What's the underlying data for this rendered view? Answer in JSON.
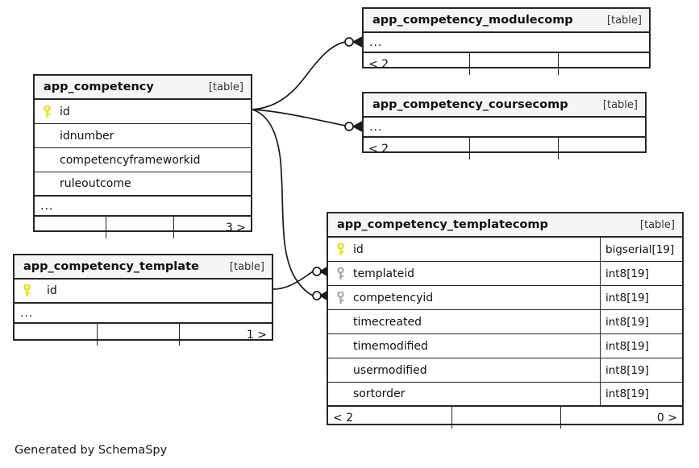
{
  "diagram": {
    "kind": "database-relationship-diagram",
    "credit": "Generated by SchemaSpy",
    "table_tag": "[table]",
    "ellipsis": "...",
    "colors": {
      "border": "#262626",
      "title_bg": "#f5f5f5",
      "page_bg": "#ffffff",
      "primary_key": "#e8e800",
      "foreign_key": "#a6a6a6",
      "text": "#111111"
    }
  },
  "tables": {
    "modulecomp": {
      "name": "app_competency_modulecomp",
      "tag": "[table]",
      "ellipsis_row": "...",
      "footer": [
        "< 2",
        "",
        ""
      ]
    },
    "coursecomp": {
      "name": "app_competency_coursecomp",
      "tag": "[table]",
      "ellipsis_row": "...",
      "footer": [
        "< 2",
        "",
        ""
      ]
    },
    "competency": {
      "name": "app_competency",
      "tag": "[table]",
      "columns": [
        {
          "label": "id",
          "key": "primary"
        },
        {
          "label": "idnumber",
          "key": "none"
        },
        {
          "label": "competencyframeworkid",
          "key": "none"
        },
        {
          "label": "ruleoutcome",
          "key": "none"
        }
      ],
      "ellipsis_row": "...",
      "footer": [
        "",
        "",
        "3 >"
      ]
    },
    "template": {
      "name": "app_competency_template",
      "tag": "[table]",
      "columns": [
        {
          "label": "id",
          "key": "primary"
        }
      ],
      "ellipsis_row": "...",
      "footer": [
        "",
        "",
        "1 >"
      ]
    },
    "templatecomp": {
      "name": "app_competency_templatecomp",
      "tag": "[table]",
      "columns": [
        {
          "label": "id",
          "type": "bigserial[19]",
          "key": "primary"
        },
        {
          "label": "templateid",
          "type": "int8[19]",
          "key": "foreign"
        },
        {
          "label": "competencyid",
          "type": "int8[19]",
          "key": "foreign"
        },
        {
          "label": "timecreated",
          "type": "int8[19]",
          "key": "none"
        },
        {
          "label": "timemodified",
          "type": "int8[19]",
          "key": "none"
        },
        {
          "label": "usermodified",
          "type": "int8[19]",
          "key": "none"
        },
        {
          "label": "sortorder",
          "type": "int8[19]",
          "key": "none"
        }
      ],
      "footer": [
        "< 2",
        "",
        "0 >"
      ]
    }
  },
  "relationships": [
    {
      "from": "app_competency.id",
      "to": "app_competency_modulecomp",
      "cardinality": "zero-or-more"
    },
    {
      "from": "app_competency.id",
      "to": "app_competency_coursecomp",
      "cardinality": "zero-or-more"
    },
    {
      "from": "app_competency.id",
      "to": "app_competency_templatecomp.competencyid",
      "cardinality": "zero-or-more"
    },
    {
      "from": "app_competency_template.id",
      "to": "app_competency_templatecomp.templateid",
      "cardinality": "zero-or-more"
    }
  ]
}
